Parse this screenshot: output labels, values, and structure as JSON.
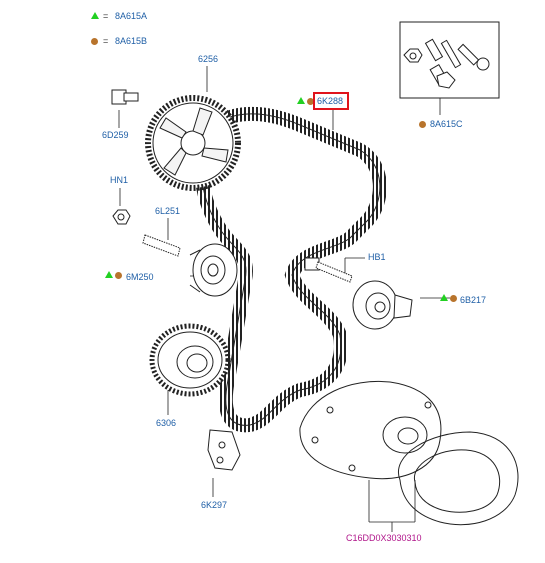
{
  "legend": [
    {
      "marker": "green-triangle",
      "code": "8A615A"
    },
    {
      "marker": "brown-circle",
      "code": "8A615B"
    }
  ],
  "labels": {
    "p6256": "6256",
    "p6d259": "6D259",
    "phn1": "HN1",
    "p6l251": "6L251",
    "p6m250": "6M250",
    "p6306": "6306",
    "p6k297": "6K297",
    "p6k288": "6K288",
    "phb1": "HB1",
    "p6b217": "6B217",
    "p8a615c": "8A615C",
    "pcode": "C16DD0X3030310"
  },
  "colors": {
    "label": "#1f5fa6",
    "code": "#b0158a",
    "highlight": "#e0141c",
    "triangle": "#22d022",
    "circle": "#b8742c"
  }
}
